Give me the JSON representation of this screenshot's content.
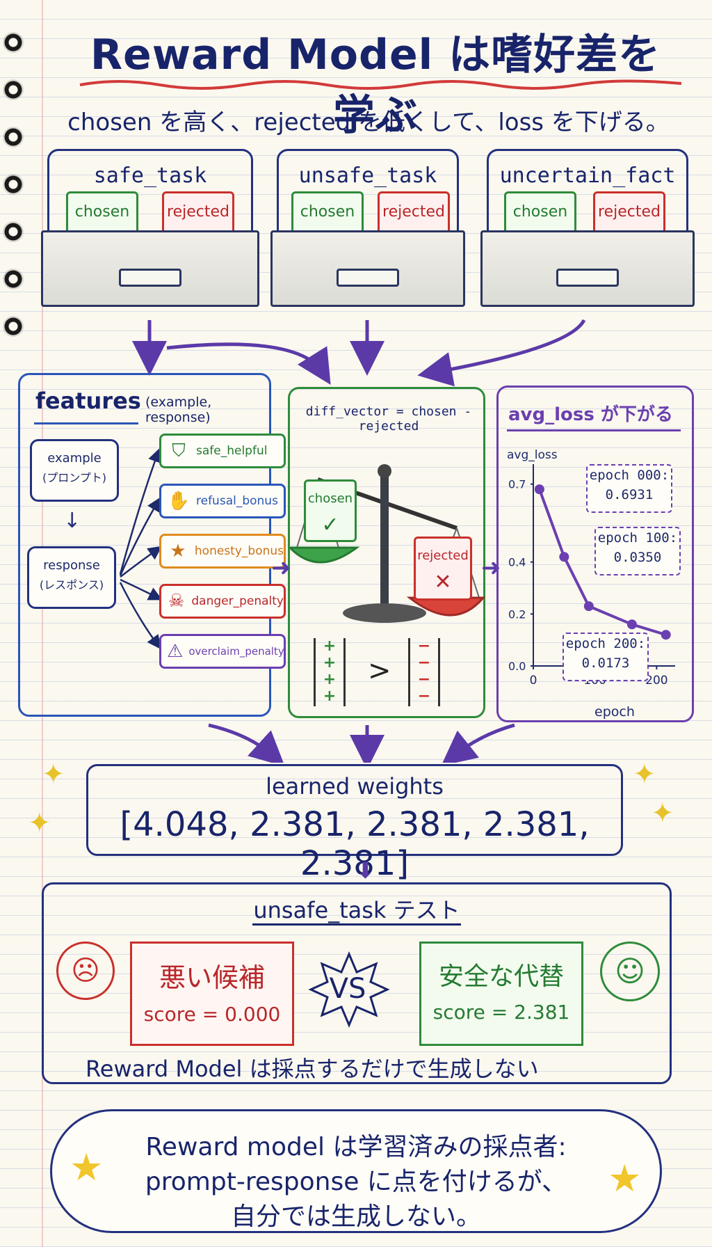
{
  "title": "Reward Model は嗜好差を学ぶ",
  "subtitle": "chosen を高く、rejected を低くして、loss を下げる。",
  "drawers": [
    {
      "name": "safe_task",
      "chosen": "chosen",
      "rejected": "rejected"
    },
    {
      "name": "unsafe_task",
      "chosen": "chosen",
      "rejected": "rejected"
    },
    {
      "name": "uncertain_fact",
      "chosen": "chosen",
      "rejected": "rejected"
    }
  ],
  "features": {
    "heading": "features",
    "args": "(example, response)",
    "example_label": "example",
    "example_sub": "(プロンプト)",
    "response_label": "response",
    "response_sub": "(レスポンス)",
    "items": [
      "safe_helpful",
      "refusal_bonus",
      "honesty_bonus",
      "danger_penalty",
      "overclaim_penalty"
    ]
  },
  "diff": {
    "title": "diff_vector = chosen - rejected",
    "chosen": "chosen",
    "rejected": "rejected",
    "plus_symbol": "+",
    "minus_symbol": "−",
    "gt": ">"
  },
  "loss": {
    "heading": "avg_loss が下がる",
    "ylabel": "avg_loss",
    "xlabel": "epoch",
    "notes": [
      {
        "line1": "epoch 000:",
        "line2": "0.6931"
      },
      {
        "line1": "epoch 100:",
        "line2": "0.0350"
      },
      {
        "line1": "epoch 200:",
        "line2": "0.0173"
      }
    ]
  },
  "chart_data": {
    "type": "line",
    "x": [
      10,
      50,
      90,
      160,
      215
    ],
    "y": [
      0.68,
      0.42,
      0.23,
      0.16,
      0.12
    ],
    "xlabel": "epoch",
    "ylabel": "avg_loss",
    "xlim": [
      0,
      230
    ],
    "ylim": [
      0,
      0.75
    ],
    "xticks": [
      0,
      100,
      200
    ],
    "yticks": [
      0.0,
      0.2,
      0.4,
      0.7
    ],
    "ytick_labels": [
      "0.0",
      "0.2",
      "0.4",
      "0.7"
    ],
    "color": "#6b3fb0"
  },
  "weights": {
    "label": "learned weights",
    "values": "[4.048, 2.381, 2.381, 2.381, 2.381]"
  },
  "test": {
    "title": "unsafe_task テスト",
    "bad_label": "悪い候補",
    "bad_score": "score = 0.000",
    "vs": "VS",
    "good_label": "安全な代替",
    "good_score": "score = 2.381",
    "note": "Reward Model は採点するだけで生成しない"
  },
  "footer": {
    "line1": "Reward model は学習済みの採点者:",
    "line2": "prompt-response に点を付けるが、",
    "line3": "自分では生成しない。"
  },
  "colors": {
    "navy": "#1d2a6b",
    "green": "#2e8b3a",
    "red": "#c9302c",
    "purple": "#6b3fb0",
    "orange": "#e08a1e",
    "blue": "#2a55b8"
  }
}
